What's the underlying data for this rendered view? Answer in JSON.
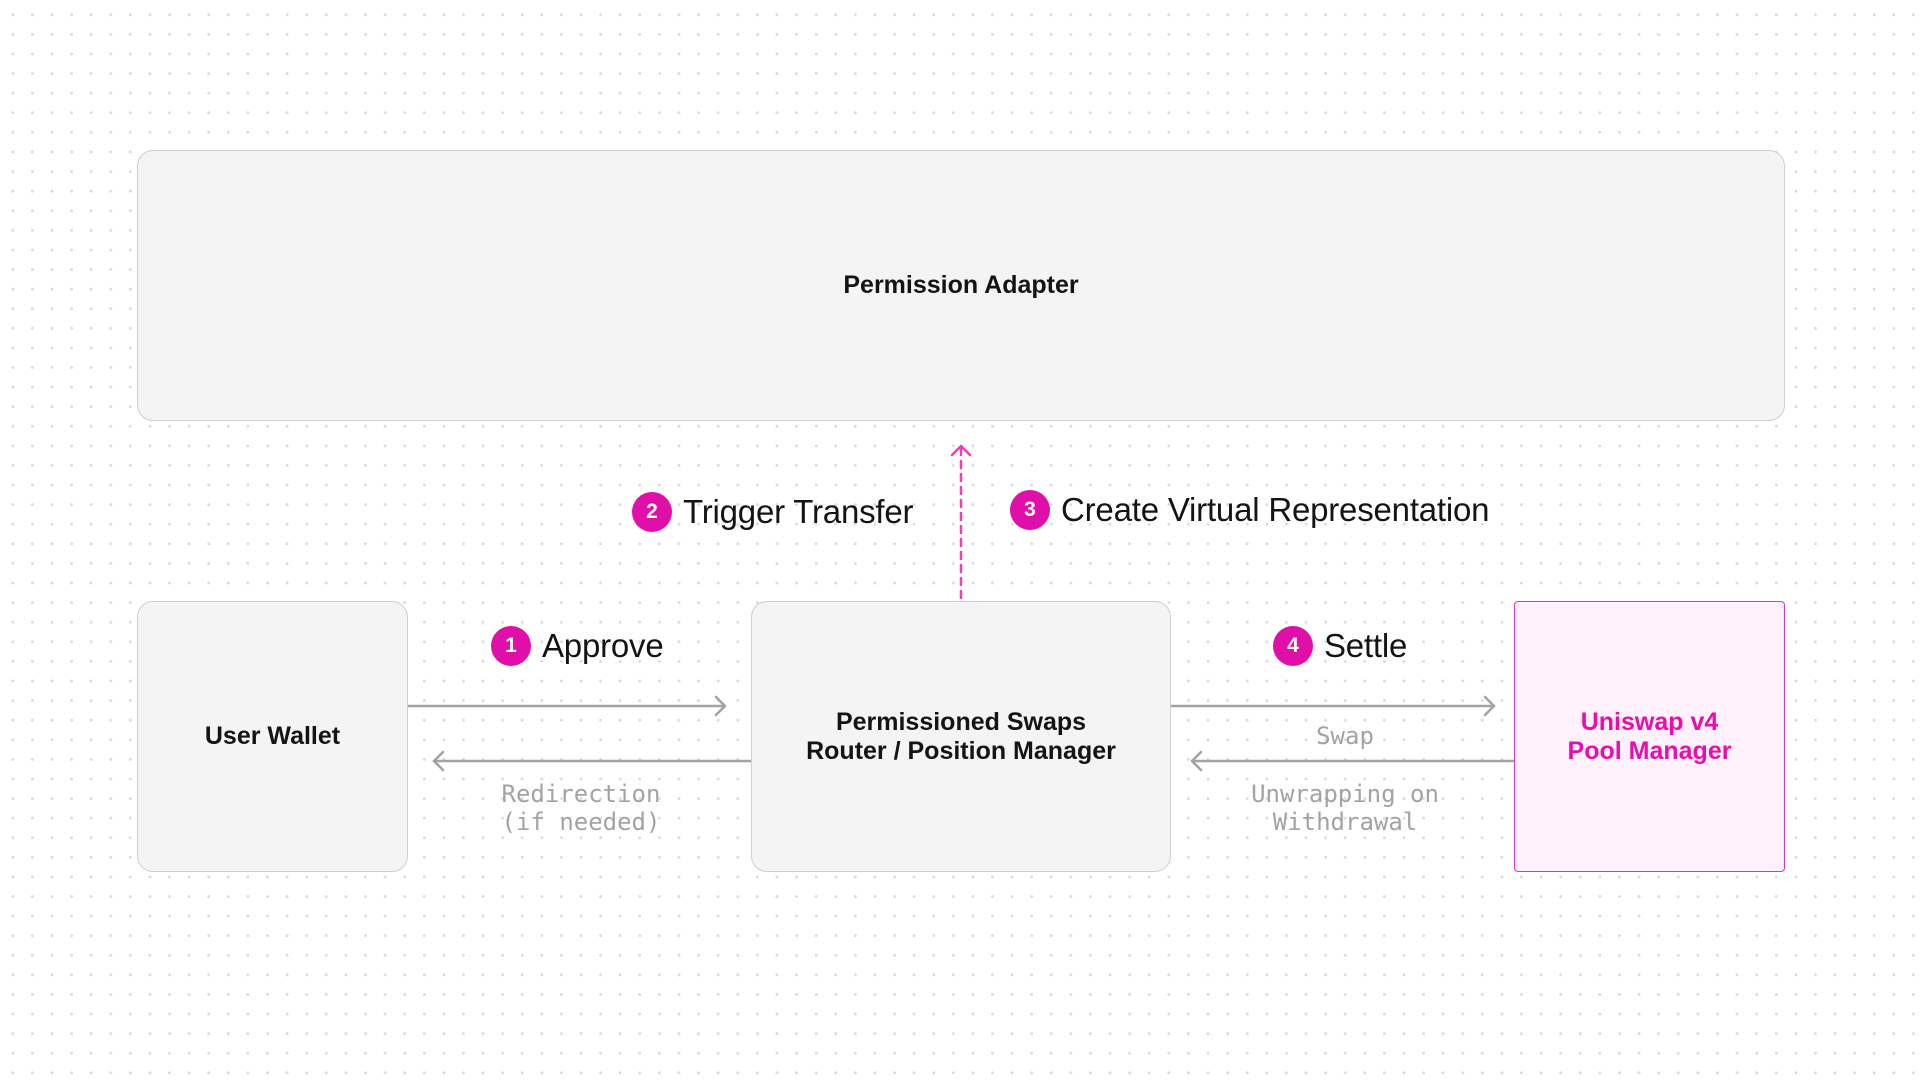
{
  "boxes": {
    "adapter": "Permission Adapter",
    "wallet": "User Wallet",
    "router": "Permissioned Swaps\nRouter / Position Manager",
    "pool": "Uniswap v4\nPool Manager"
  },
  "steps": [
    {
      "number": "1",
      "label": "Approve"
    },
    {
      "number": "2",
      "label": "Trigger Transfer"
    },
    {
      "number": "3",
      "label": "Create Virtual Representation"
    },
    {
      "number": "4",
      "label": "Settle"
    }
  ],
  "arrow_labels": {
    "redirection": "Redirection\n(if needed)",
    "swap": "Swap",
    "unwrapping": "Unwrapping on\nWithdrawal"
  },
  "colors": {
    "accent": "#e10fa9",
    "arrow": "#a3a3a3",
    "box_fill": "#f4f4f4",
    "highlight_fill": "#fff1fb"
  }
}
